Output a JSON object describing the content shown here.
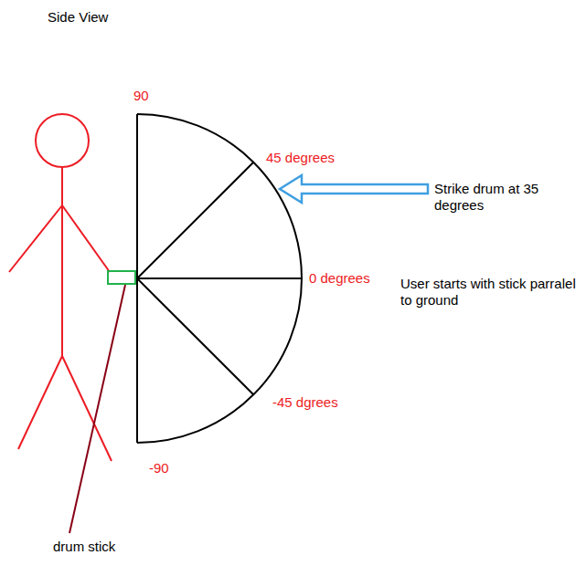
{
  "diagram": {
    "title": "Side View",
    "labels": [
      "90",
      "45 degrees",
      "Strike drum at 35 degrees",
      "0 degrees",
      "User starts with stick parralel to ground",
      "-45 dgrees",
      "-90",
      "drum stick"
    ]
  }
}
